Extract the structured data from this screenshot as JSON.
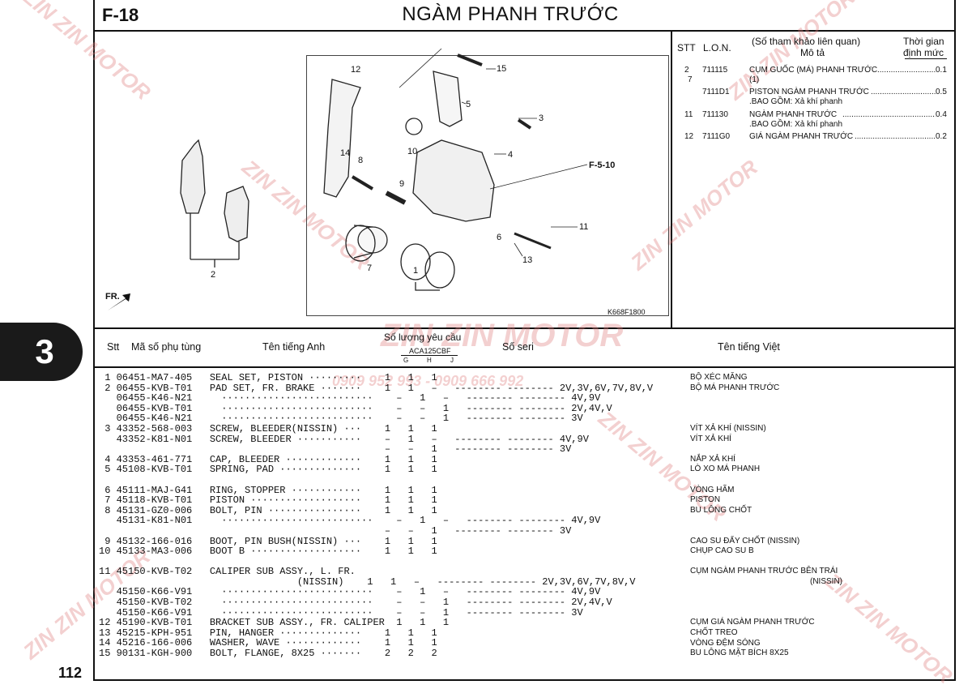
{
  "header": {
    "section_code": "F-18",
    "title": "NGÀM PHANH TRƯỚC"
  },
  "side_tab": "3",
  "page_number": "112",
  "diagram": {
    "fr_label": "FR.",
    "ref_label": "F-5-10",
    "drawing_code": "K668F1800",
    "callouts": [
      "1",
      "2",
      "3",
      "4",
      "5",
      "6",
      "7",
      "8",
      "9",
      "10",
      "11",
      "12",
      "13",
      "14",
      "15"
    ]
  },
  "labor_table": {
    "col_stt": "STT",
    "col_lon": "L.O.N.",
    "col_desc_1": "(Số tham khảo liên quan)",
    "col_desc_2": "Mô tả",
    "col_time_1": "Thời gian",
    "col_time_2": "định mức",
    "rows": [
      {
        "stt": "2",
        "lon": "711115",
        "desc": "CỤM GUỐC (MÁ) PHANH TRƯỚC",
        "time": "0.1"
      },
      {
        "stt": "7",
        "lon": "",
        "desc": "(1)",
        "time": ""
      },
      {
        "stt": "",
        "lon": "7111D1",
        "desc": "PISTON NGÀM PHANH TRƯỚC",
        "time": "0.5"
      },
      {
        "stt": "",
        "lon": "",
        "desc": ".BAO GỒM: Xả khí phanh",
        "time": ""
      },
      {
        "stt": "11",
        "lon": "711130",
        "desc": "NGÀM PHANH TRƯỚC",
        "time": "0.4"
      },
      {
        "stt": "",
        "lon": "",
        "desc": ".BAO GỒM: Xả khí phanh",
        "time": ""
      },
      {
        "stt": "12",
        "lon": "7111G0",
        "desc": "GIÁ NGÀM PHANH TRƯỚC",
        "time": "0.2"
      }
    ]
  },
  "parts_header": {
    "stt": "Stt",
    "part_no": "Mã số phụ tùng",
    "name_en": "Tên tiếng Anh",
    "qty": "Số lượng yêu cầu",
    "model": "ACA125CBF",
    "g": "G",
    "h": "H",
    "j": "J",
    "serial": "Số seri",
    "name_vi": "Tên tiếng Việt"
  },
  "parts_text": [
    " 1 06451-MA7-405   SEAL SET, PISTON ·········    1   1   1",
    " 2 06455-KVB-T01   PAD SET, FR. BRAKE ·······    1   1   –   -------- -------- 2V,3V,6V,7V,8V,V",
    "   06455-K46-N21     ··························    –   1   –   -------- -------- 4V,9V",
    "   06455-KVB-T01     ··························    –   –   1   -------- -------- 2V,4V,V",
    "   06455-K46-N21     ··························    –   –   1   -------- -------- 3V",
    " 3 43352-568-003   SCREW, BLEEDER(NISSIN) ···    1   1   1",
    "   43352-K81-N01   SCREW, BLEEDER ···········    –   1   –   -------- -------- 4V,9V",
    "                                                 –   –   1   -------- -------- 3V",
    " 4 43353-461-771   CAP, BLEEDER ·············    1   1   1",
    " 5 45108-KVB-T01   SPRING, PAD ··············    1   1   1",
    "",
    " 6 45111-MAJ-G41   RING, STOPPER ············    1   1   1",
    " 7 45118-KVB-T01   PISTON ···················    1   1   1",
    " 8 45131-GZ0-006   BOLT, PIN ················    1   1   1",
    "   45131-K81-N01     ··························    –   1   –   -------- -------- 4V,9V",
    "                                                 –   –   1   -------- -------- 3V",
    " 9 45132-166-016   BOOT, PIN BUSH(NISSIN) ···    1   1   1",
    "10 45133-MA3-006   BOOT B ···················    1   1   1",
    "",
    "11 45150-KVB-T02   CALIPER SUB ASSY., L. FR.",
    "                                  (NISSIN)    1   1   –   -------- -------- 2V,3V,6V,7V,8V,V",
    "   45150-K66-V91     ··························    –   1   –   -------- -------- 4V,9V",
    "   45150-KVB-T02     ··························    –   –   1   -------- -------- 2V,4V,V",
    "   45150-K66-V91     ··························    –   –   1   -------- -------- 3V",
    "12 45190-KVB-T01   BRACKET SUB ASSY., FR. CALIPER  1   1   1",
    "13 45215-KPH-951   PIN, HANGER ··············    1   1   1",
    "14 45216-166-006   WASHER, WAVE ·············    1   1   1",
    "15 90131-KGH-900   BOLT, FLANGE, 8X25 ·······    2   2   2"
  ],
  "viet_names": [
    {
      "text": "BỘ XÉC MĂNG",
      "row": 0
    },
    {
      "text": "BỘ MÁ PHANH TRƯỚC",
      "row": 1
    },
    {
      "text": "VÍT XẢ KHÍ (NISSIN)",
      "row": 5
    },
    {
      "text": "VÍT XẢ KHÍ",
      "row": 6
    },
    {
      "text": "NẮP XẢ KHÍ",
      "row": 8
    },
    {
      "text": "LÒ XO MÁ PHANH",
      "row": 9
    },
    {
      "text": "VÒNG HÃM",
      "row": 11
    },
    {
      "text": "PISTON",
      "row": 12
    },
    {
      "text": "BU LÔNG CHỐT",
      "row": 13
    },
    {
      "text": "CAO SU ĐẨY CHỐT (NISSIN)",
      "row": 16
    },
    {
      "text": "CHỤP CAO SU B",
      "row": 17
    },
    {
      "text": "CỤM NGÀM PHANH TRƯỚC BÊN TRÁI",
      "row": 19
    },
    {
      "text": "(NISSIN)",
      "row": 20,
      "indent": true
    },
    {
      "text": "CỤM GIÁ NGÀM PHANH TRƯỚC",
      "row": 24
    },
    {
      "text": "CHỐT TREO",
      "row": 25
    },
    {
      "text": "VÒNG ĐỆM SÓNG",
      "row": 26
    },
    {
      "text": "BU LÔNG MẶT BÍCH 8X25",
      "row": 27
    }
  ],
  "watermark": {
    "brand": "ZIN ZIN MOTOR",
    "phone": "0909 952 993 - 0909 666 992"
  }
}
